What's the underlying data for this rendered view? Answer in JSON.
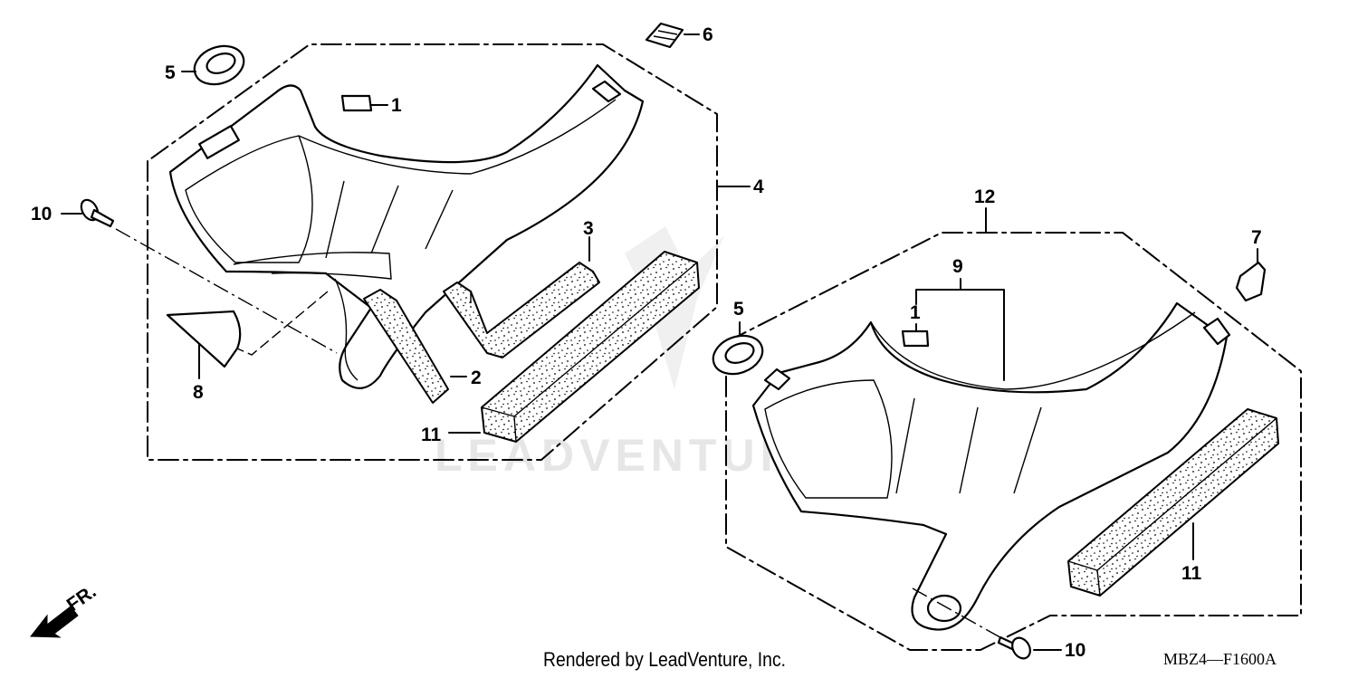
{
  "callouts": {
    "c1a": "1",
    "c5a": "5",
    "c6": "6",
    "c4": "4",
    "c10a": "10",
    "c3": "3",
    "c8": "8",
    "c2": "2",
    "c11a": "11",
    "c12": "12",
    "c7": "7",
    "c9": "9",
    "c1b": "1",
    "c5b": "5",
    "c11b": "11",
    "c10b": "10"
  },
  "direction_label": "FR.",
  "footer": {
    "rendered_by": "Rendered by LeadVenture, Inc.",
    "diagram_code": "MBZ4—F1600A"
  },
  "watermark": "LEADVENTURE",
  "colors": {
    "line": "#000000",
    "background": "#ffffff",
    "watermark": "#e6e6e6"
  }
}
